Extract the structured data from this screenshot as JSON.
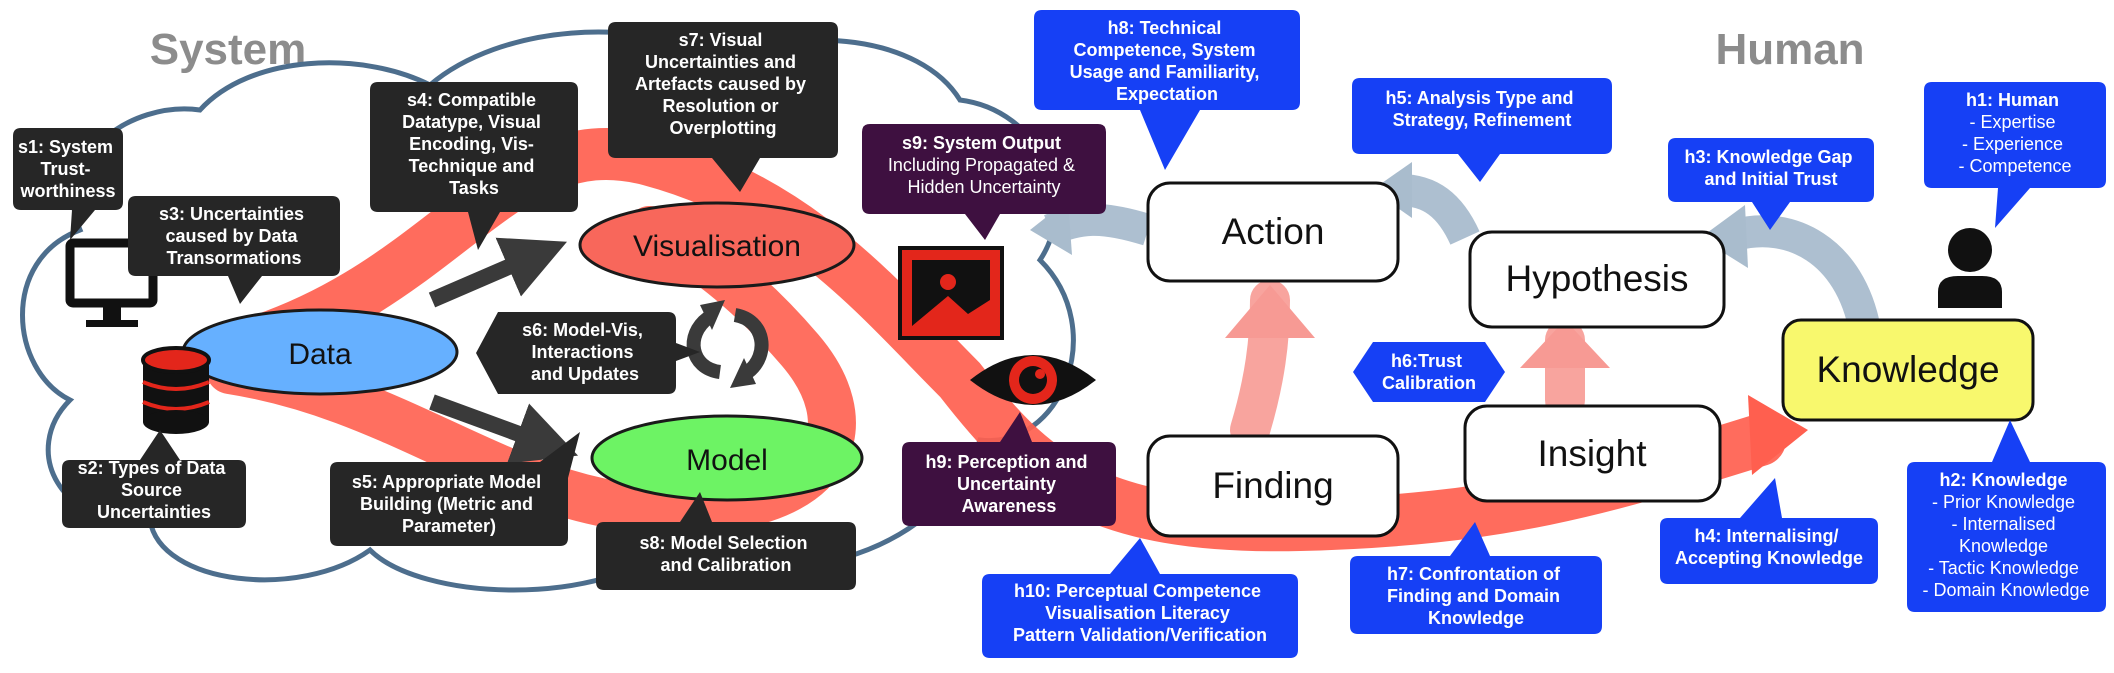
{
  "headings": {
    "system": "System",
    "human": "Human"
  },
  "nodes": {
    "data": "Data",
    "visualisation": "Visualisation",
    "model": "Model",
    "action": "Action",
    "hypothesis": "Hypothesis",
    "finding": "Finding",
    "insight": "Insight",
    "knowledge": "Knowledge"
  },
  "system_callouts": {
    "s1": [
      "s1: System",
      "Trust-",
      "worthiness"
    ],
    "s2": [
      "s2: Types of Data",
      "Source",
      "Uncertainties"
    ],
    "s3": [
      "s3: Uncertainties",
      "caused by Data",
      "Transormations"
    ],
    "s4": [
      "s4: Compatible",
      "Datatype, Visual",
      "Encoding,  Vis-",
      "Technique and",
      "Tasks"
    ],
    "s5": [
      "s5: Appropriate Model",
      "Building (Metric and",
      "Parameter)"
    ],
    "s6": [
      "s6: Model-Vis,",
      "Interactions",
      "and Updates"
    ],
    "s7": [
      "s7: Visual",
      "Uncertainties  and",
      "Artefacts caused by",
      "Resolution or",
      "Overplotting"
    ],
    "s8": [
      "s8: Model Selection",
      "and Calibration"
    ]
  },
  "bridge_callouts": {
    "s9": {
      "title": "s9: System Output",
      "lines": [
        "Including Propagated &",
        "Hidden Uncertainty"
      ]
    },
    "h9": [
      "h9: Perception and",
      "Uncertainty",
      "Awareness"
    ]
  },
  "human_callouts": {
    "h1": {
      "title": "h1: Human",
      "items": [
        "- Expertise",
        "- Experience",
        "- Competence"
      ]
    },
    "h2": {
      "title": "h2: Knowledge",
      "items": [
        "- Prior Knowledge",
        "- Internalised",
        "Knowledge",
        "- Tactic Knowledge",
        "- Domain Knowledge"
      ]
    },
    "h3": [
      "h3: Knowledge Gap",
      "and Initial Trust"
    ],
    "h4": [
      "h4: Internalising/",
      "Accepting Knowledge"
    ],
    "h5": [
      "h5: Analysis Type and",
      "Strategy, Refinement"
    ],
    "h6": [
      "h6:Trust",
      "Calibration"
    ],
    "h7": [
      "h7: Confrontation of",
      "Finding and Domain",
      "Knowledge"
    ],
    "h8": [
      "h8: Technical",
      "Competence, System",
      "Usage and Familiarity,",
      "Expectation"
    ],
    "h10": [
      "h10: Perceptual Competence",
      "Visualisation Literacy",
      "Pattern Validation/Verification"
    ]
  },
  "icons": [
    "computer-monitor-icon",
    "database-icon",
    "image-icon",
    "eye-icon",
    "person-icon",
    "refresh-cycle-icon"
  ],
  "colors": {
    "heading_gray": "#8c8c8c",
    "cloud_stroke": "#4d6e8d",
    "flow_red": "#ff5f4f",
    "flow_light_red": "#f79a94",
    "human_arrow": "#a9bccd",
    "callout_dark": "#262626",
    "callout_purple": "#3e1040",
    "callout_blue": "#1640f5",
    "data_blue": "#66b0ff",
    "vis_red": "#f8675b",
    "model_green": "#6df364",
    "knowledge_yellow": "#f8f86d",
    "icon_red": "#e3261b"
  }
}
